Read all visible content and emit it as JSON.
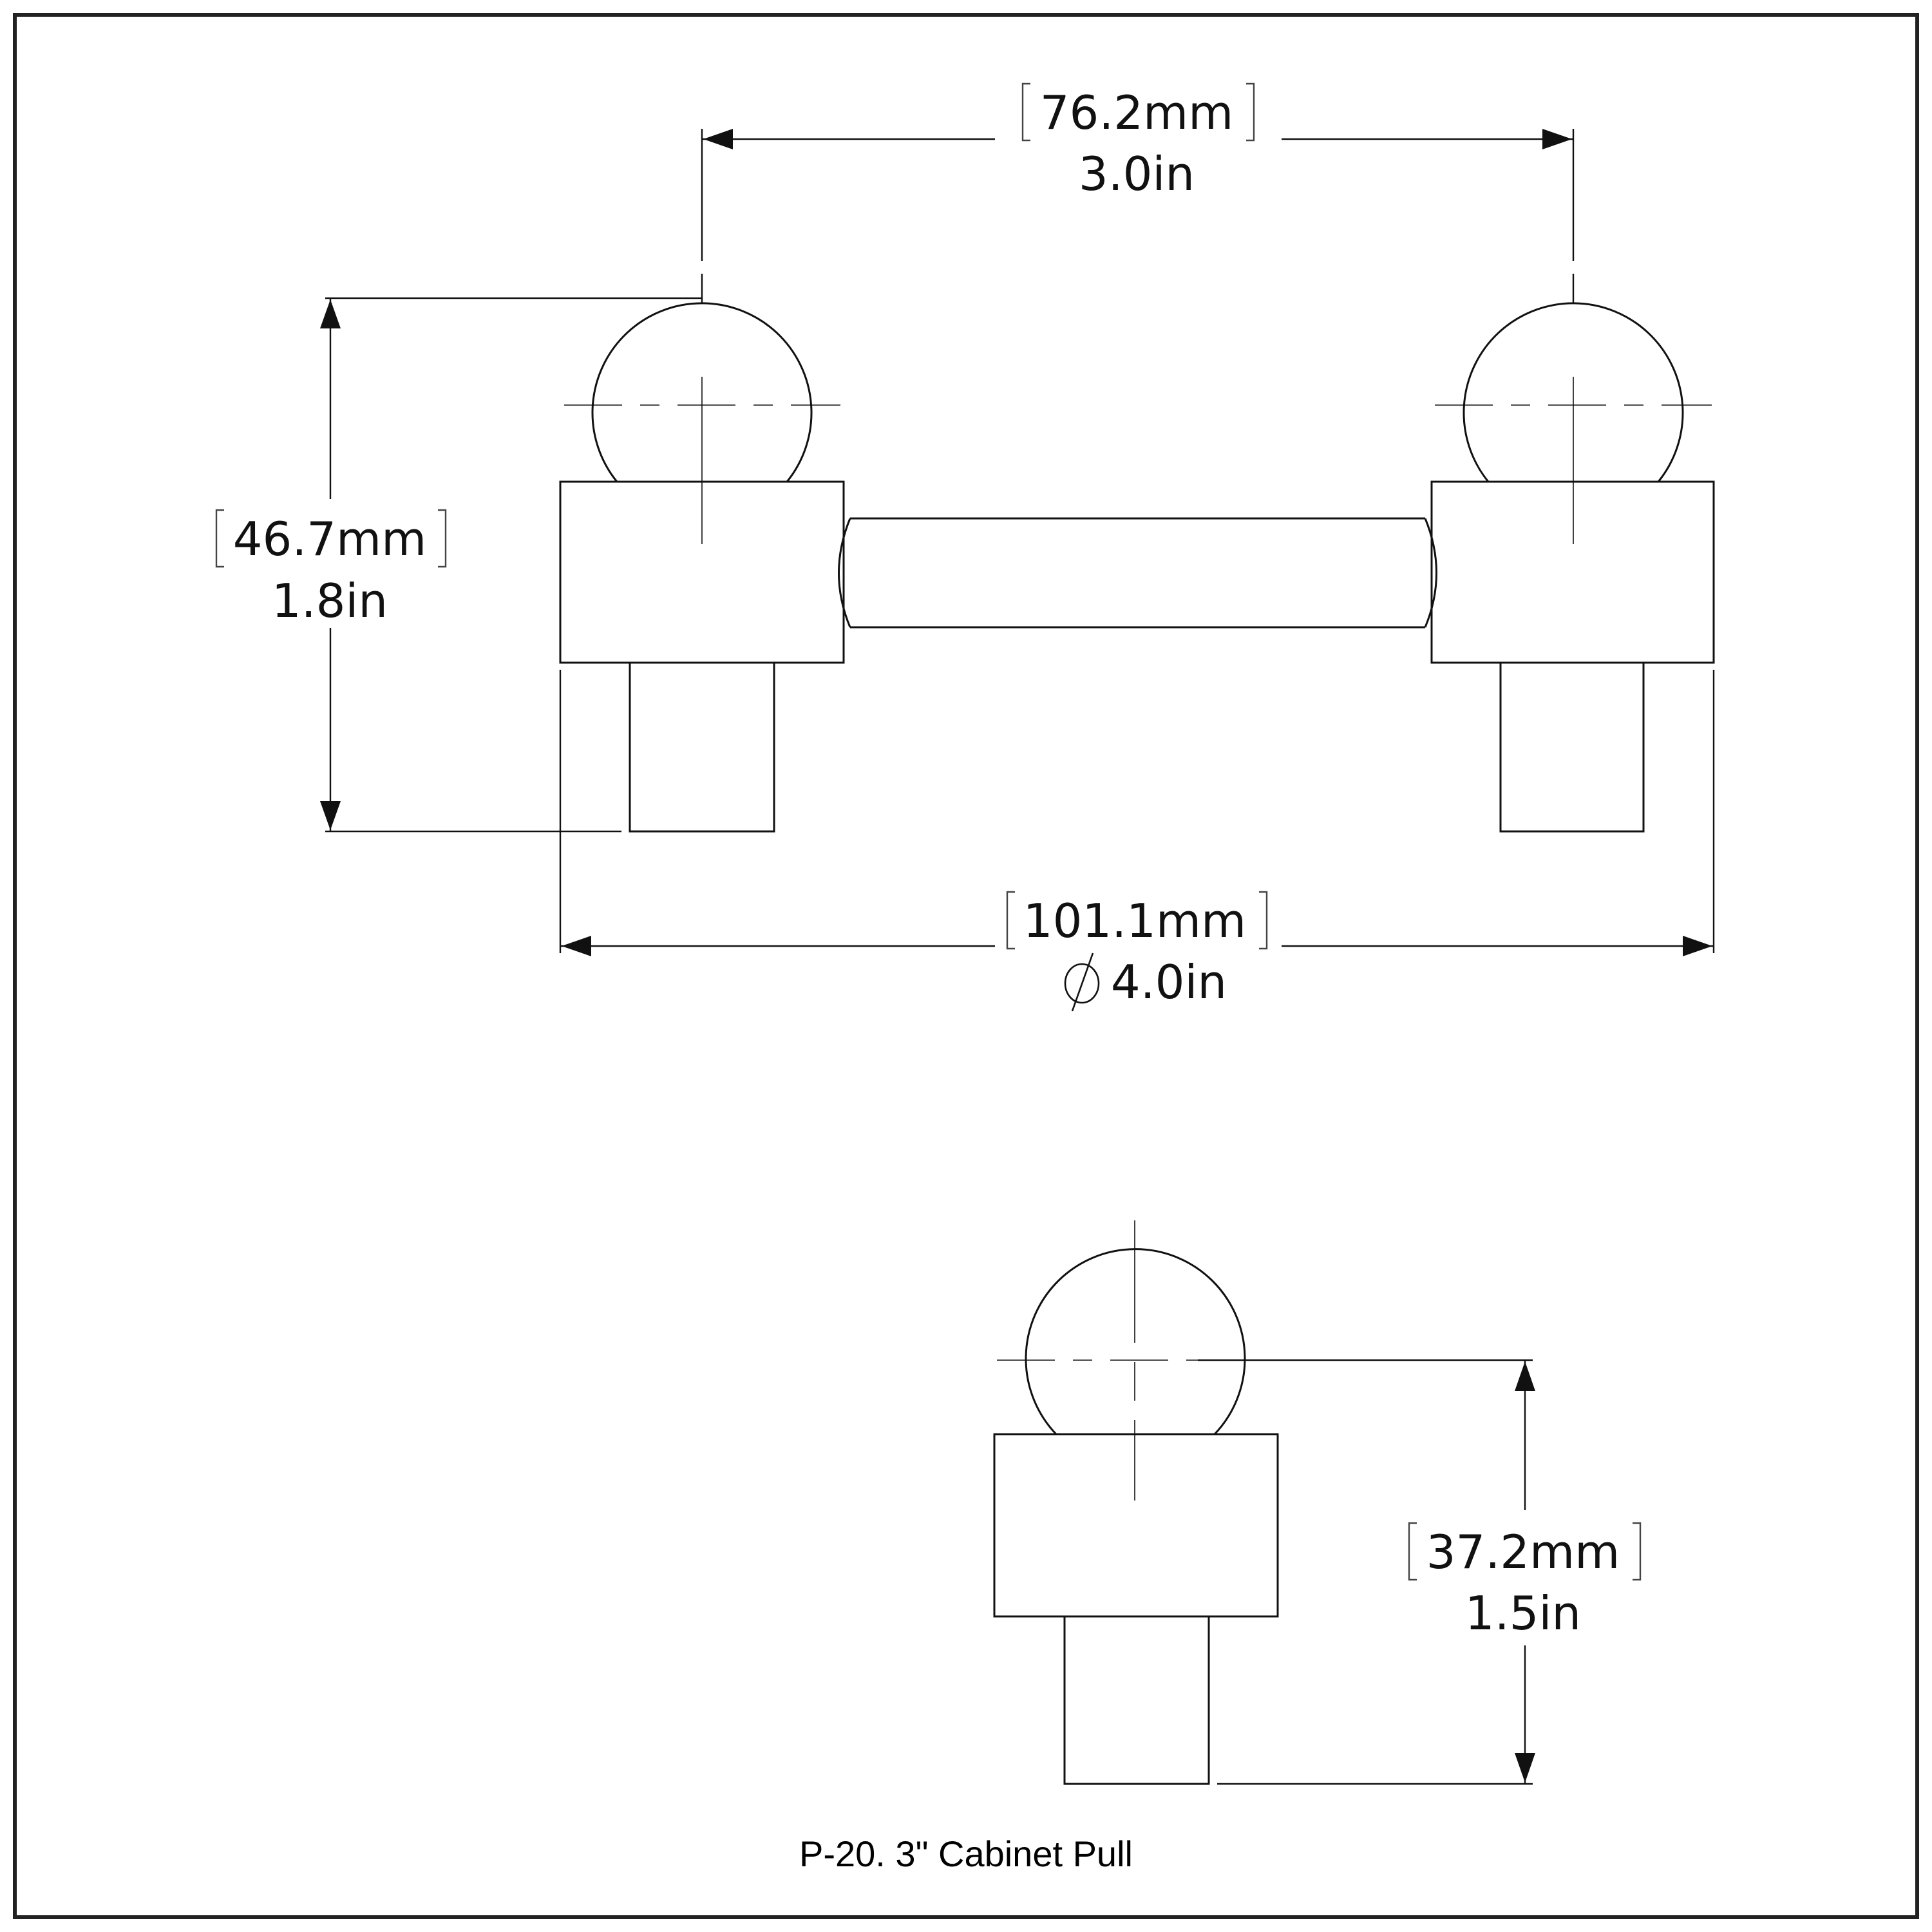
{
  "drawing": {
    "caption": "P-20. 3\" Cabinet Pull",
    "colors": {
      "line": "#111111",
      "background": "#ffffff",
      "border": "#222222"
    },
    "dimensions": {
      "center_to_center": {
        "metric": "76.2mm",
        "imperial": "3.0in"
      },
      "height": {
        "metric": "46.7mm",
        "imperial": "1.8in"
      },
      "overall_length": {
        "metric": "101.1mm",
        "imperial_symbol": "∅",
        "imperial": "4.0in"
      },
      "projection": {
        "metric": "37.2mm",
        "imperial": "1.5in"
      }
    },
    "views": {
      "front": "front-view",
      "side": "side-view"
    }
  }
}
